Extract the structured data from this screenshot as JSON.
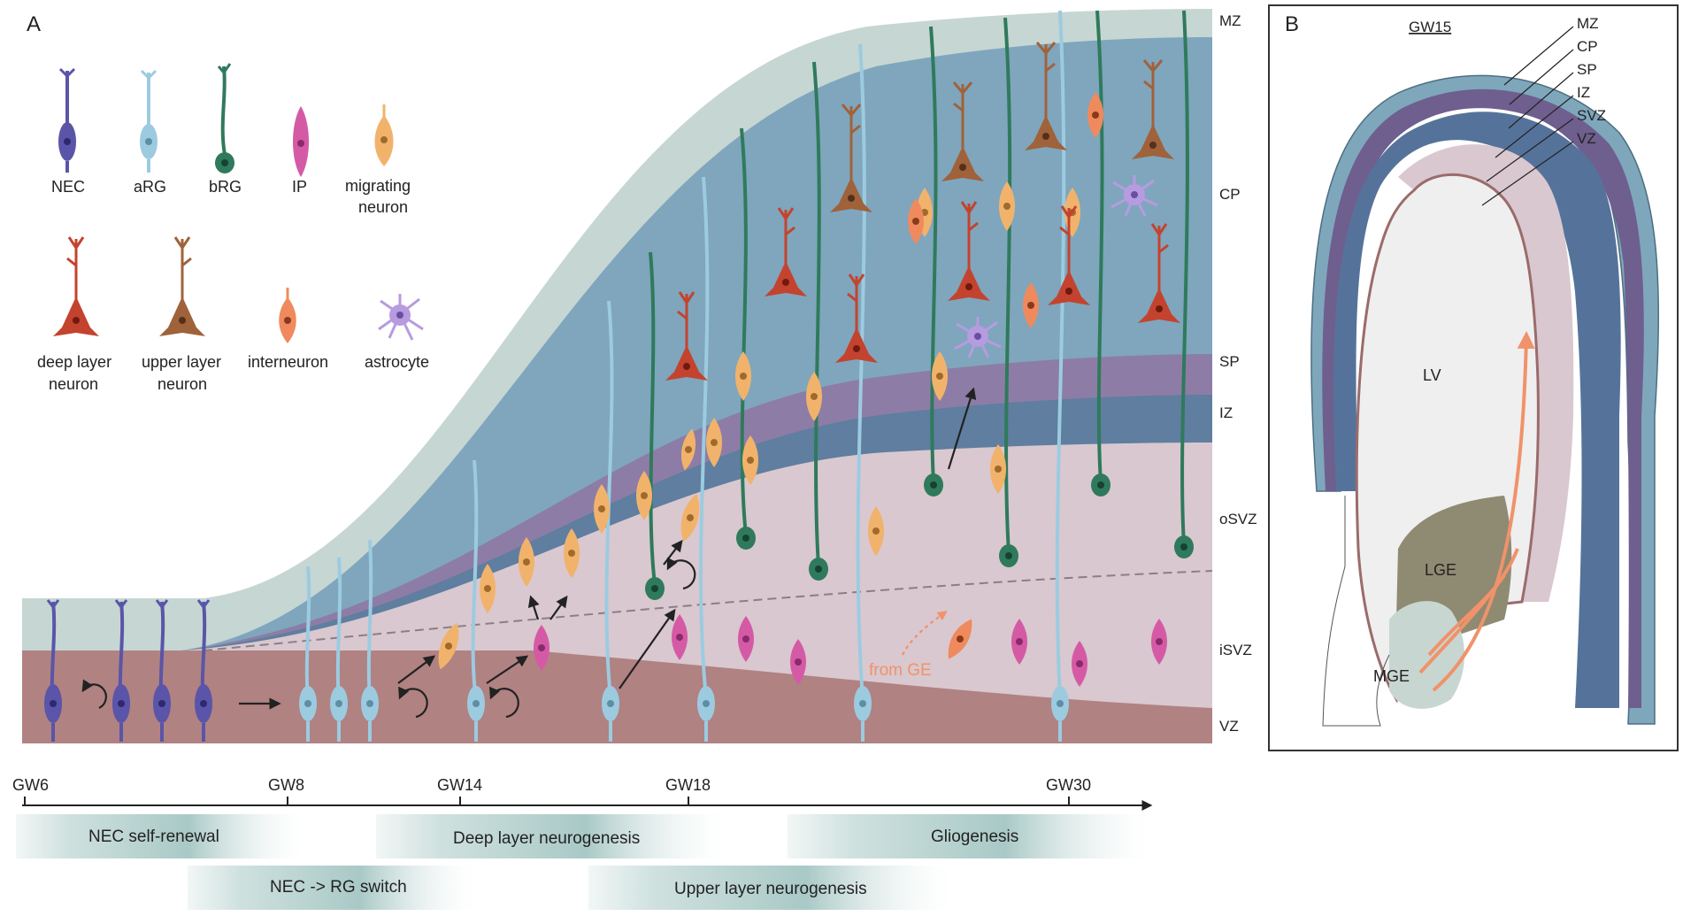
{
  "panel_a": {
    "letter": "A",
    "legend": [
      {
        "key": "nec",
        "label_lines": [
          "NEC"
        ],
        "color": "#5a55a8"
      },
      {
        "key": "arg",
        "label_lines": [
          "aRG"
        ],
        "color": "#9ccbe0"
      },
      {
        "key": "brg",
        "label_lines": [
          "bRG"
        ],
        "color": "#2f7a5c"
      },
      {
        "key": "ip",
        "label_lines": [
          "IP"
        ],
        "color": "#d55aa6"
      },
      {
        "key": "migrating",
        "label_lines": [
          "migrating",
          "neuron"
        ],
        "color": "#f1b36b"
      },
      {
        "key": "deep",
        "label_lines": [
          "deep layer",
          "neuron"
        ],
        "color": "#c4432e"
      },
      {
        "key": "upper",
        "label_lines": [
          "upper layer",
          "neuron"
        ],
        "color": "#a0623a"
      },
      {
        "key": "interneuron",
        "label_lines": [
          "interneuron"
        ],
        "color": "#ef8a5e"
      },
      {
        "key": "astrocyte",
        "label_lines": [
          "astrocyte"
        ],
        "color": "#b79be0"
      }
    ],
    "layers": [
      "MZ",
      "CP",
      "SP",
      "IZ",
      "oSVZ",
      "iSVZ",
      "VZ"
    ],
    "layer_colors": {
      "MZ": "#c6d6d3",
      "CP": "#7fa6bd",
      "SP": "#8d7da6",
      "IZ": "#5f7ea0",
      "SVZ": "#d9c8cf",
      "VZ": "#b08282"
    },
    "from_ge": "from GE",
    "timeline": {
      "ticks": [
        "GW6",
        "GW8",
        "GW14",
        "GW18",
        "GW30"
      ],
      "phases": [
        {
          "label": "NEC self-renewal"
        },
        {
          "label": "Deep layer neurogenesis"
        },
        {
          "label": "Gliogenesis"
        },
        {
          "label": "NEC -> RG switch"
        },
        {
          "label": "Upper layer neurogenesis"
        }
      ]
    }
  },
  "panel_b": {
    "letter": "B",
    "title": "GW15",
    "layers": [
      "MZ",
      "CP",
      "SP",
      "IZ",
      "SVZ",
      "VZ"
    ],
    "regions": [
      "LV",
      "LGE",
      "MGE"
    ]
  }
}
